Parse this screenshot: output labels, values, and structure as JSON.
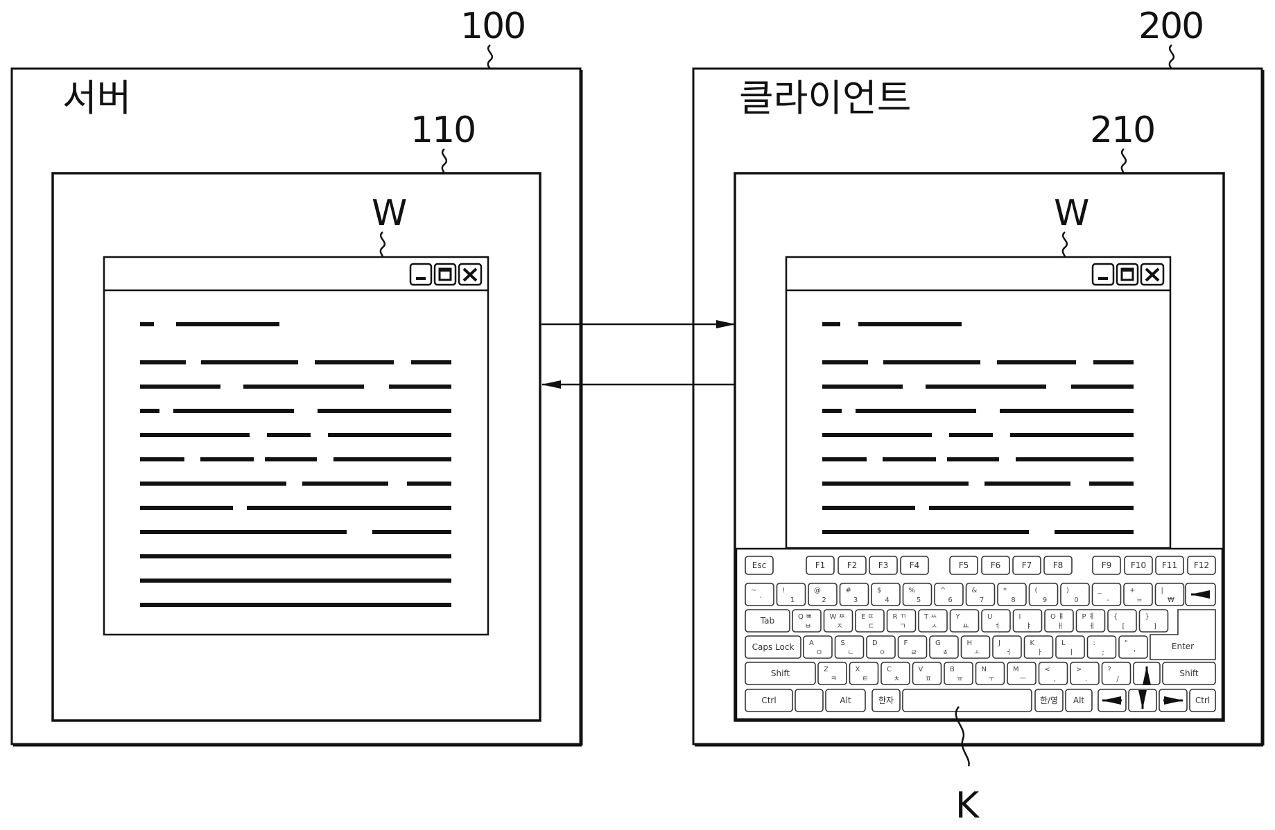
{
  "server": {
    "ref": "100",
    "title": "서버",
    "display_ref": "110",
    "window_ref": "W"
  },
  "client": {
    "ref": "200",
    "title": "클라이언트",
    "display_ref": "210",
    "window_ref": "W",
    "keyboard_ref": "K"
  },
  "keyboard": {
    "function_row": [
      "Esc",
      "F1",
      "F2",
      "F3",
      "F4",
      "F5",
      "F6",
      "F7",
      "F8",
      "F9",
      "F10",
      "F11",
      "F12"
    ],
    "number_row": [
      {
        "top": "~",
        "bot": "`"
      },
      {
        "top": "!",
        "bot": "1"
      },
      {
        "top": "@",
        "bot": "2"
      },
      {
        "top": "#",
        "bot": "3"
      },
      {
        "top": "$",
        "bot": "4"
      },
      {
        "top": "%",
        "bot": "5"
      },
      {
        "top": "^",
        "bot": "6"
      },
      {
        "top": "&",
        "bot": "7"
      },
      {
        "top": "*",
        "bot": "8"
      },
      {
        "top": "(",
        "bot": "9"
      },
      {
        "top": ")",
        "bot": "0"
      },
      {
        "top": "_",
        "bot": "-"
      },
      {
        "top": "+",
        "bot": "="
      },
      {
        "top": "|",
        "bot": "₩"
      }
    ],
    "top_row": [
      {
        "top": "Q ㅃ",
        "bot": "ㅂ"
      },
      {
        "top": "W ㅉ",
        "bot": "ㅈ"
      },
      {
        "top": "E ㄸ",
        "bot": "ㄷ"
      },
      {
        "top": "R ㄲ",
        "bot": "ㄱ"
      },
      {
        "top": "T ㅆ",
        "bot": "ㅅ"
      },
      {
        "top": "Y",
        "bot": "ㅛ"
      },
      {
        "top": "U",
        "bot": "ㅕ"
      },
      {
        "top": "I",
        "bot": "ㅑ"
      },
      {
        "top": "O ㅒ",
        "bot": "ㅐ"
      },
      {
        "top": "P ㅖ",
        "bot": "ㅔ"
      },
      {
        "top": "{",
        "bot": "["
      },
      {
        "top": "}",
        "bot": "]"
      }
    ],
    "home_row": [
      {
        "top": "A",
        "bot": "ㅁ"
      },
      {
        "top": "S",
        "bot": "ㄴ"
      },
      {
        "top": "D",
        "bot": "ㅇ"
      },
      {
        "top": "F",
        "bot": "ㄹ"
      },
      {
        "top": "G",
        "bot": "ㅎ"
      },
      {
        "top": "H",
        "bot": "ㅗ"
      },
      {
        "top": "J",
        "bot": "ㅓ"
      },
      {
        "top": "K",
        "bot": "ㅏ"
      },
      {
        "top": "L",
        "bot": "ㅣ"
      },
      {
        "top": ":",
        "bot": ";"
      },
      {
        "top": "\"",
        "bot": "'"
      }
    ],
    "bottom_row": [
      {
        "top": "Z",
        "bot": "ㅋ"
      },
      {
        "top": "X",
        "bot": "ㅌ"
      },
      {
        "top": "C",
        "bot": "ㅊ"
      },
      {
        "top": "V",
        "bot": "ㅍ"
      },
      {
        "top": "B",
        "bot": "ㅠ"
      },
      {
        "top": "N",
        "bot": "ㅜ"
      },
      {
        "top": "M",
        "bot": "ㅡ"
      },
      {
        "top": "<",
        "bot": ","
      },
      {
        "top": ">",
        "bot": "."
      },
      {
        "top": "?",
        "bot": "/"
      }
    ],
    "labels": {
      "tab": "Tab",
      "caps": "Caps Lock",
      "shift_left": "Shift",
      "shift_right": "Shift",
      "enter": "Enter",
      "ctrl_left": "Ctrl",
      "alt_left": "Alt",
      "hanja": "한자",
      "hanyoung": "한/영",
      "alt_right": "Alt",
      "ctrl_right": "Ctrl"
    },
    "arrow_icons": [
      "backspace-arrow-icon",
      "up-arrow-icon",
      "left-arrow-icon",
      "down-arrow-icon",
      "right-arrow-icon"
    ]
  },
  "colors": {
    "line": "#111111",
    "key_border": "#333333",
    "background": "#ffffff"
  }
}
